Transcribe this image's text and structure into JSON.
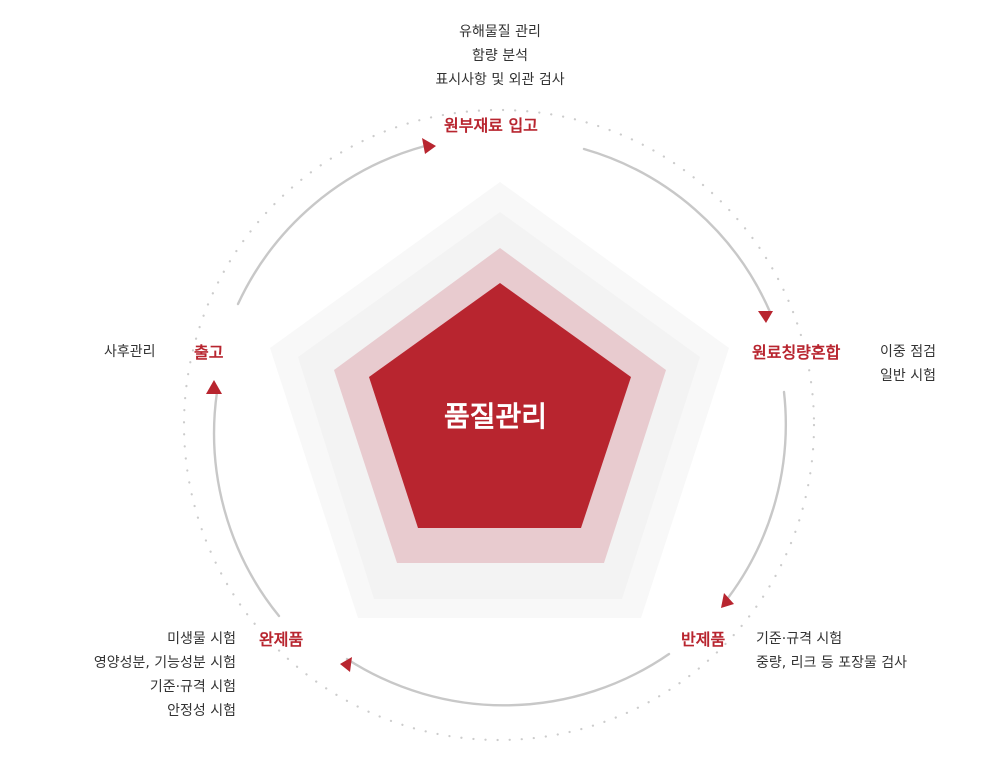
{
  "colors": {
    "accent": "#b8252f",
    "ring_inner": "#e8cbcf",
    "ring_mid": "#f3f3f3",
    "ring_outer": "#f8f8f8",
    "arc": "#c8c8c8",
    "dots": "#cccccc"
  },
  "center": {
    "title": "품질관리"
  },
  "stages": {
    "raw_material": {
      "label": "원부재료 입고",
      "details": [
        "유해물질 관리",
        "함량 분석",
        "표시사항 및 외관 검사"
      ]
    },
    "weighing": {
      "label": "원료칭량혼합",
      "details": [
        "이중 점검",
        "일반 시험"
      ]
    },
    "semi_finished": {
      "label": "반제품",
      "details": [
        "기준·규격 시험",
        "중량, 리크 등 포장물 검사"
      ]
    },
    "finished": {
      "label": "완제품",
      "details": [
        "미생물 시험",
        "영양성분, 기능성분 시험",
        "기준·규격 시험",
        "안정성 시험"
      ]
    },
    "shipping": {
      "label": "출고",
      "details": [
        "사후관리"
      ]
    }
  }
}
